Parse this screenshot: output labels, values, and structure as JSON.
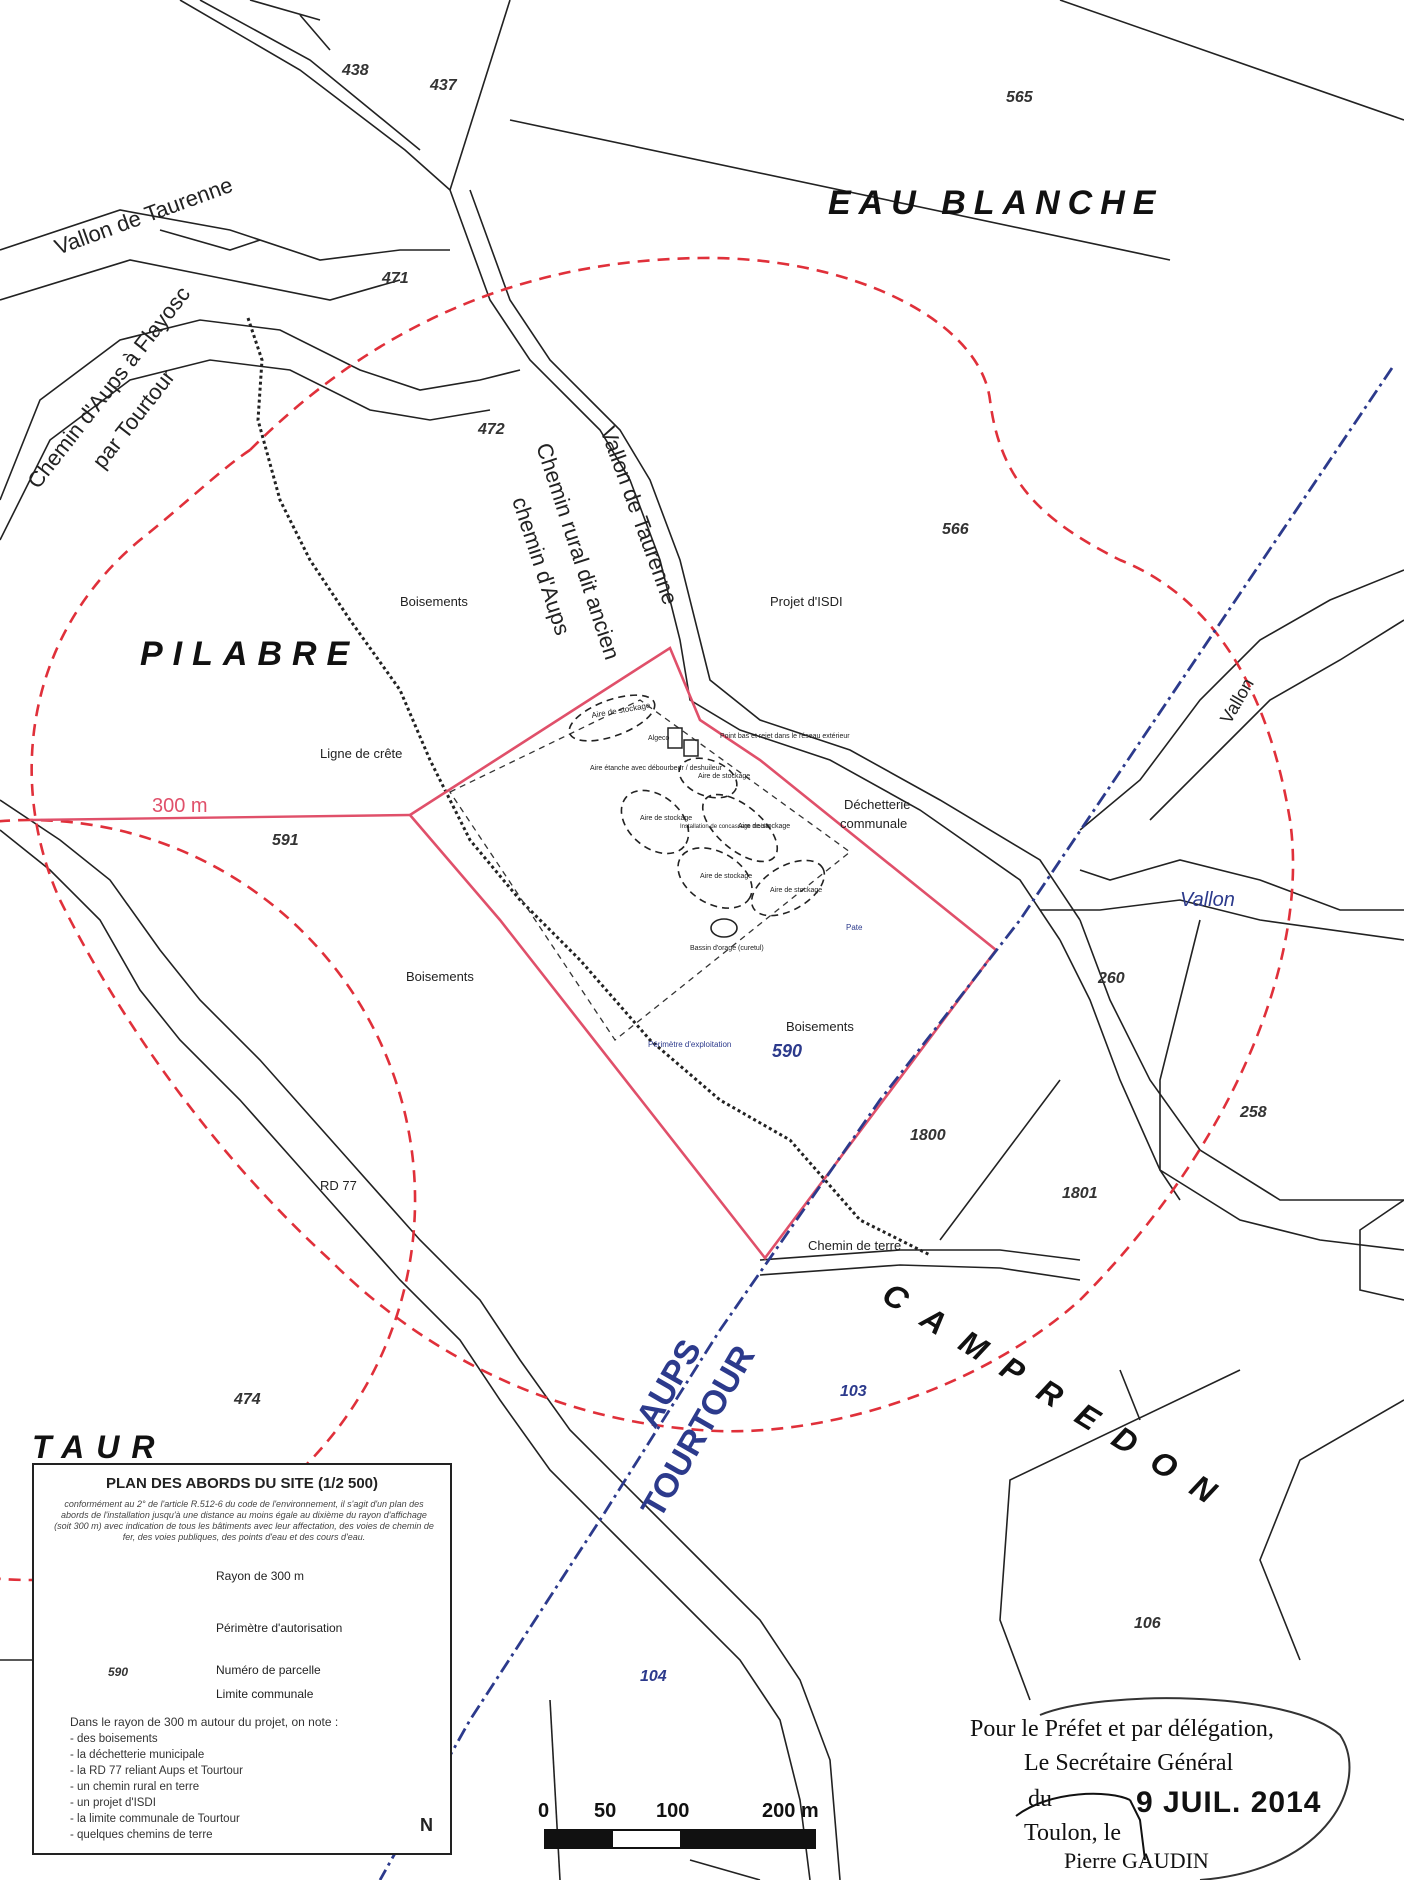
{
  "places": {
    "eau_blanche": "EAU BLANCHE",
    "pilabre": "PILABRE",
    "campredon": "CAMPREDON",
    "taur": "TAUR",
    "aups": "AUPS",
    "tourtour": "TOURTOUR"
  },
  "roads": {
    "vallon_de_taurenne_1": "Vallon de Taurenne",
    "vallon_de_taurenne_2": "Vallon de Taurenne",
    "chemin_aups_flayosc_1": "Chemin d'Aups à Flayosc",
    "chemin_aups_flayosc_2": "par Tourtour",
    "chemin_rural_1": "Chemin rural dit ancien",
    "chemin_rural_2": "chemin d'Aups",
    "vallon_1": "Vallon",
    "vallon_2": "Vallon",
    "rd77": "RD 77",
    "chemin_de_terre": "Chemin de terre"
  },
  "parcels": [
    "438",
    "437",
    "565",
    "471",
    "472",
    "566",
    "591",
    "590",
    "260",
    "258",
    "1800",
    "1801",
    "474",
    "103",
    "106",
    "104"
  ],
  "features": {
    "boisements_1": "Boisements",
    "boisements_2": "Boisements",
    "boisements_3": "Boisements",
    "projet_isdi": "Projet d'ISDI",
    "ligne_de_crete": "Ligne de crête",
    "radius_label": "300 m",
    "decheterie_1": "Déchetterie",
    "decheterie_2": "communale",
    "aire_stockage_1": "Aire de stockage",
    "aire_stockage_2": "Aire de stockage",
    "aire_stockage_3": "Aire de stockage",
    "aire_stockage_4": "Aire de stockage",
    "aire_stockage_5": "Aire de stockage",
    "aire_stockage_6": "Aire de stockage",
    "algeco": "Algeco",
    "pont_bascule": "Point bas et rejet dans le réseau extérieur",
    "aire_etanche": "Aire étanche avec débourbeur / deshuileur",
    "installation": "Installation de concassage mobile",
    "bassin": "Bassin d'orage (curetul)",
    "perimetre_exploitation": "Périmètre d'exploitation",
    "pate": "Pate"
  },
  "legend": {
    "title": "PLAN DES ABORDS DU SITE (1/2 500)",
    "subtitle": "conformément au 2° de l'article R.512-6 du code de l'environnement, il s'agit d'un plan des abords de l'installation jusqu'à une distance au moins égale au dixième du rayon d'affichage (soit 300 m) avec indication de tous les bâtiments avec leur affectation, des voies de chemin de fer, des voies publiques, des points d'eau et des cours d'eau.",
    "items": [
      {
        "label": "Rayon de 300 m"
      },
      {
        "label": "Périmètre d'autorisation"
      },
      {
        "label": "Numéro de parcelle",
        "sample": "590"
      },
      {
        "label": "Limite communale"
      }
    ],
    "note_intro": "Dans le rayon de 300 m autour du projet, on note :",
    "notes": [
      "- des boisements",
      "- la déchetterie municipale",
      "- la RD 77 reliant Aups et Tourtour",
      "- un chemin rural en terre",
      "- un projet d'ISDI",
      "- la limite communale de Tourtour",
      "- quelques chemins de terre"
    ],
    "north": "N"
  },
  "scale": {
    "labels": [
      "0",
      "50",
      "100",
      "200 m"
    ]
  },
  "stamp": {
    "line1": "Pour le Préfet et par délégation,",
    "line2": "Le Secrétaire Général",
    "line3": "du",
    "date": "9 JUIL. 2014",
    "line4": "Toulon, le",
    "signer": "Pierre GAUDIN"
  },
  "colors": {
    "radius": "#e0303a",
    "perimeter": "#e0506a",
    "limit": "#2c3a8c",
    "parcel_line": "#222222",
    "crest": "#222222"
  }
}
